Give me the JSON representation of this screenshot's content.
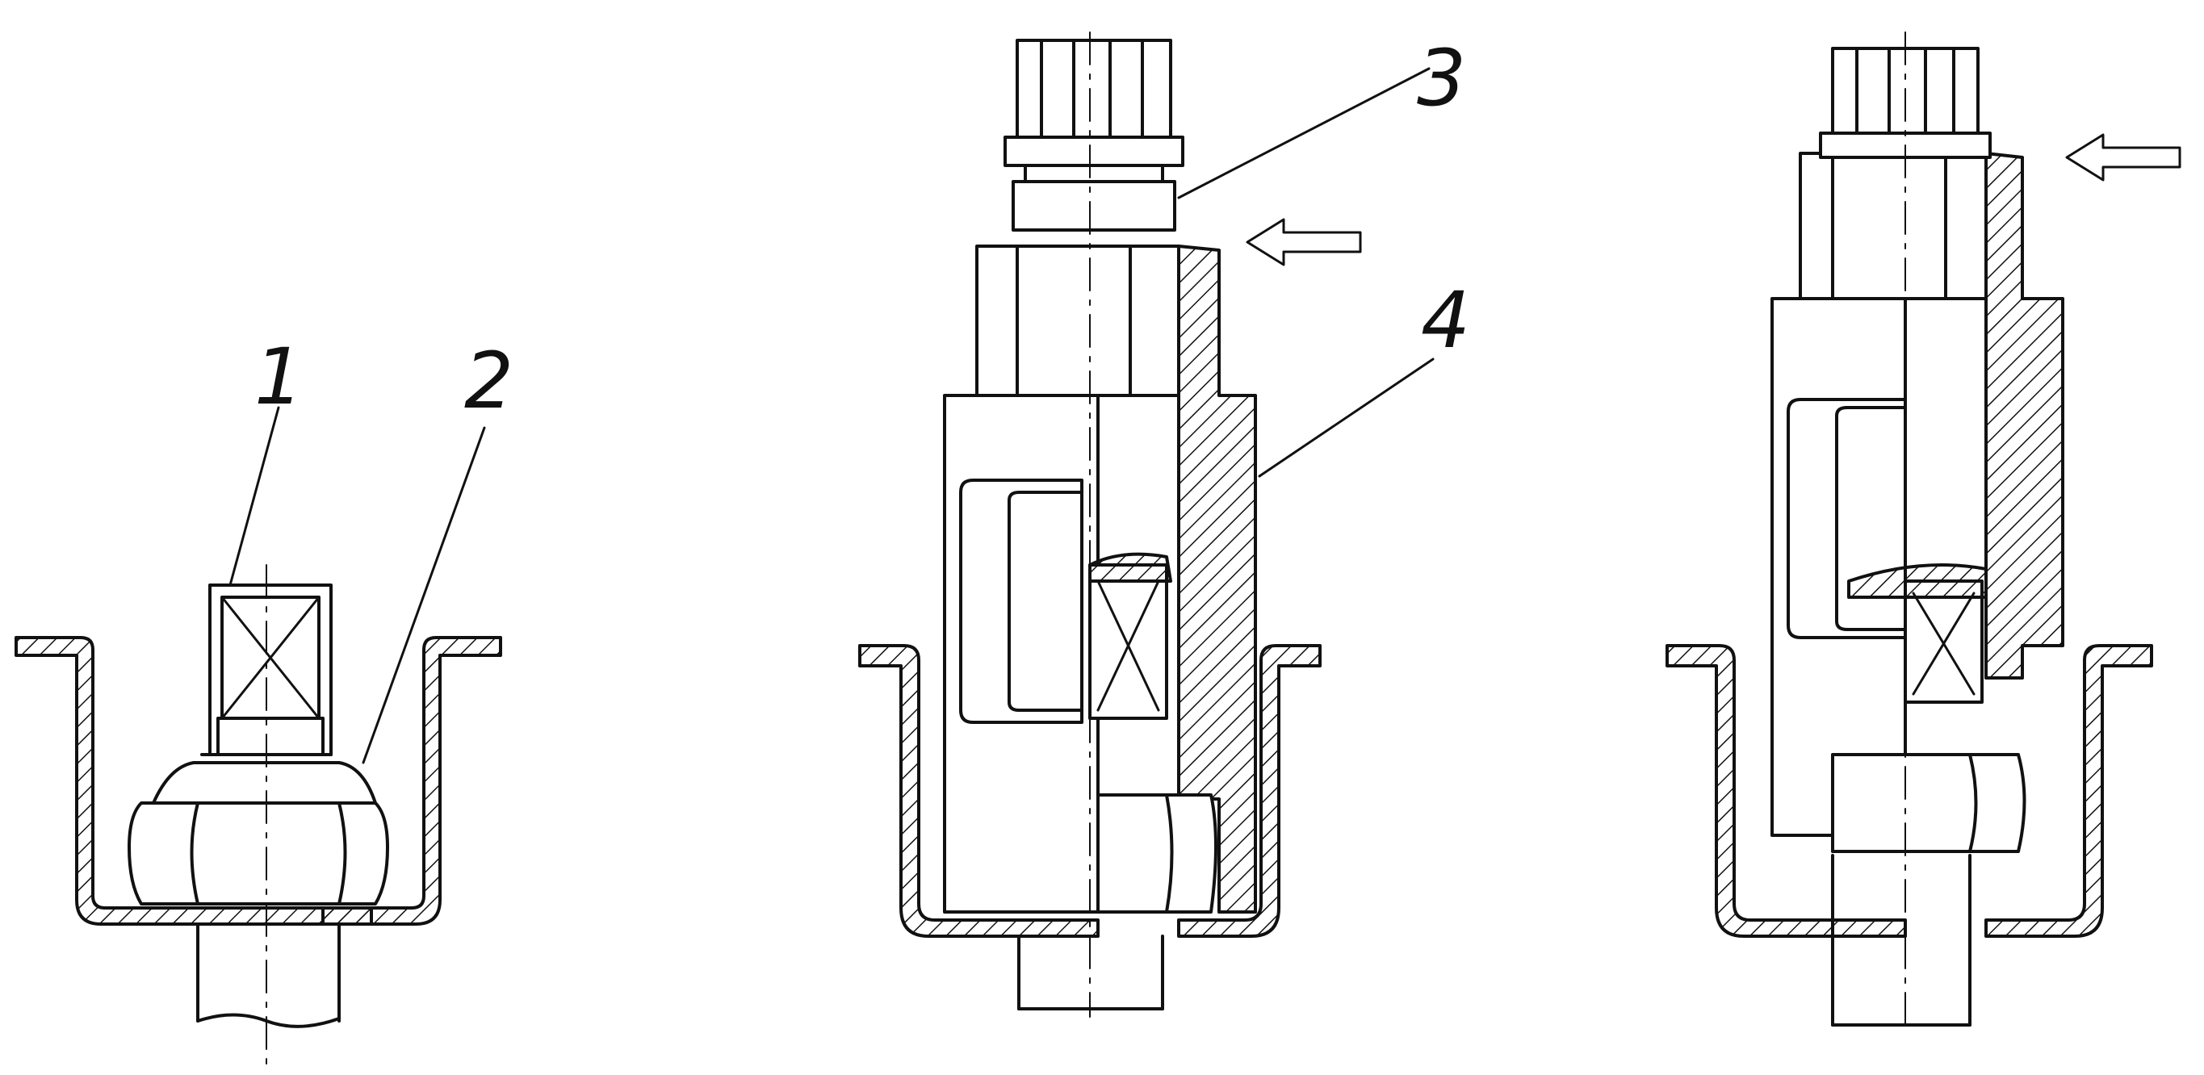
{
  "labels": {
    "part1": "1",
    "part2": "2",
    "part3": "3",
    "part4": "4"
  },
  "colors": {
    "ink": "#111111",
    "paper": "#ffffff",
    "section_fill": "#ffffff"
  },
  "figures": [
    {
      "id": "view-1",
      "description_icon": "cup-with-stud-and-nut"
    },
    {
      "id": "view-2",
      "description_icon": "puller-tool-installed"
    },
    {
      "id": "view-3",
      "description_icon": "puller-tool-tightened"
    }
  ]
}
